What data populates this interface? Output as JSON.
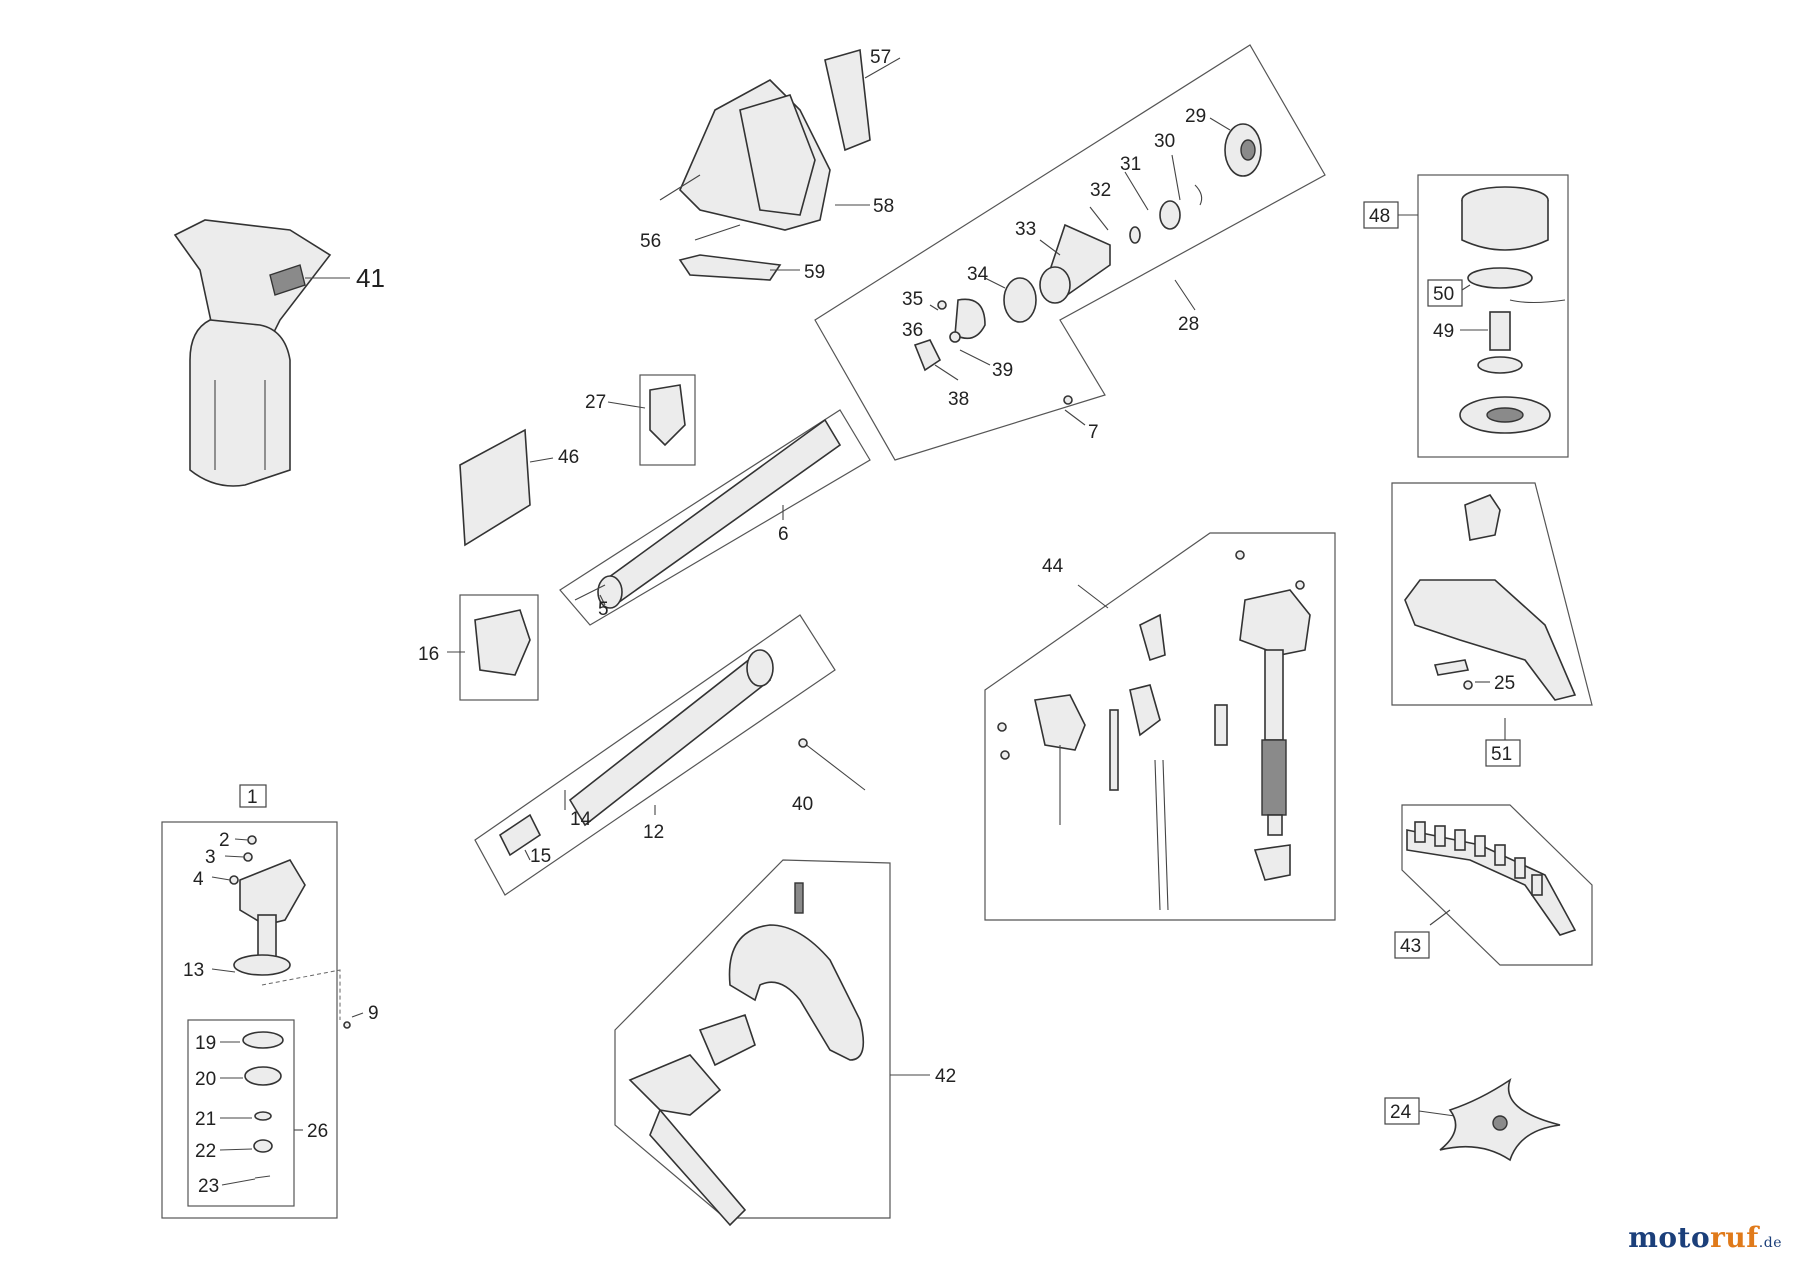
{
  "labels": {
    "l1": "1",
    "l2": "2",
    "l3": "3",
    "l4": "4",
    "l5": "5",
    "l6": "6",
    "l7": "7",
    "l9": "9",
    "l12": "12",
    "l13": "13",
    "l14": "14",
    "l15": "15",
    "l16": "16",
    "l19": "19",
    "l20": "20",
    "l21": "21",
    "l22": "22",
    "l23": "23",
    "l24": "24",
    "l25": "25",
    "l26": "26",
    "l27": "27",
    "l28": "28",
    "l29": "29",
    "l30": "30",
    "l31": "31",
    "l32": "32",
    "l33": "33",
    "l34": "34",
    "l35": "35",
    "l36": "36",
    "l38": "38",
    "l39": "39",
    "l40": "40",
    "l41": "41",
    "l42": "42",
    "l43": "43",
    "l44": "44",
    "l46": "46",
    "l48": "48",
    "l49": "49",
    "l50": "50",
    "l51": "51",
    "l56": "56",
    "l57": "57",
    "l58": "58",
    "l59": "59"
  },
  "logo": {
    "part1": "moto",
    "part2": "ruf",
    "suffix": ".de"
  }
}
